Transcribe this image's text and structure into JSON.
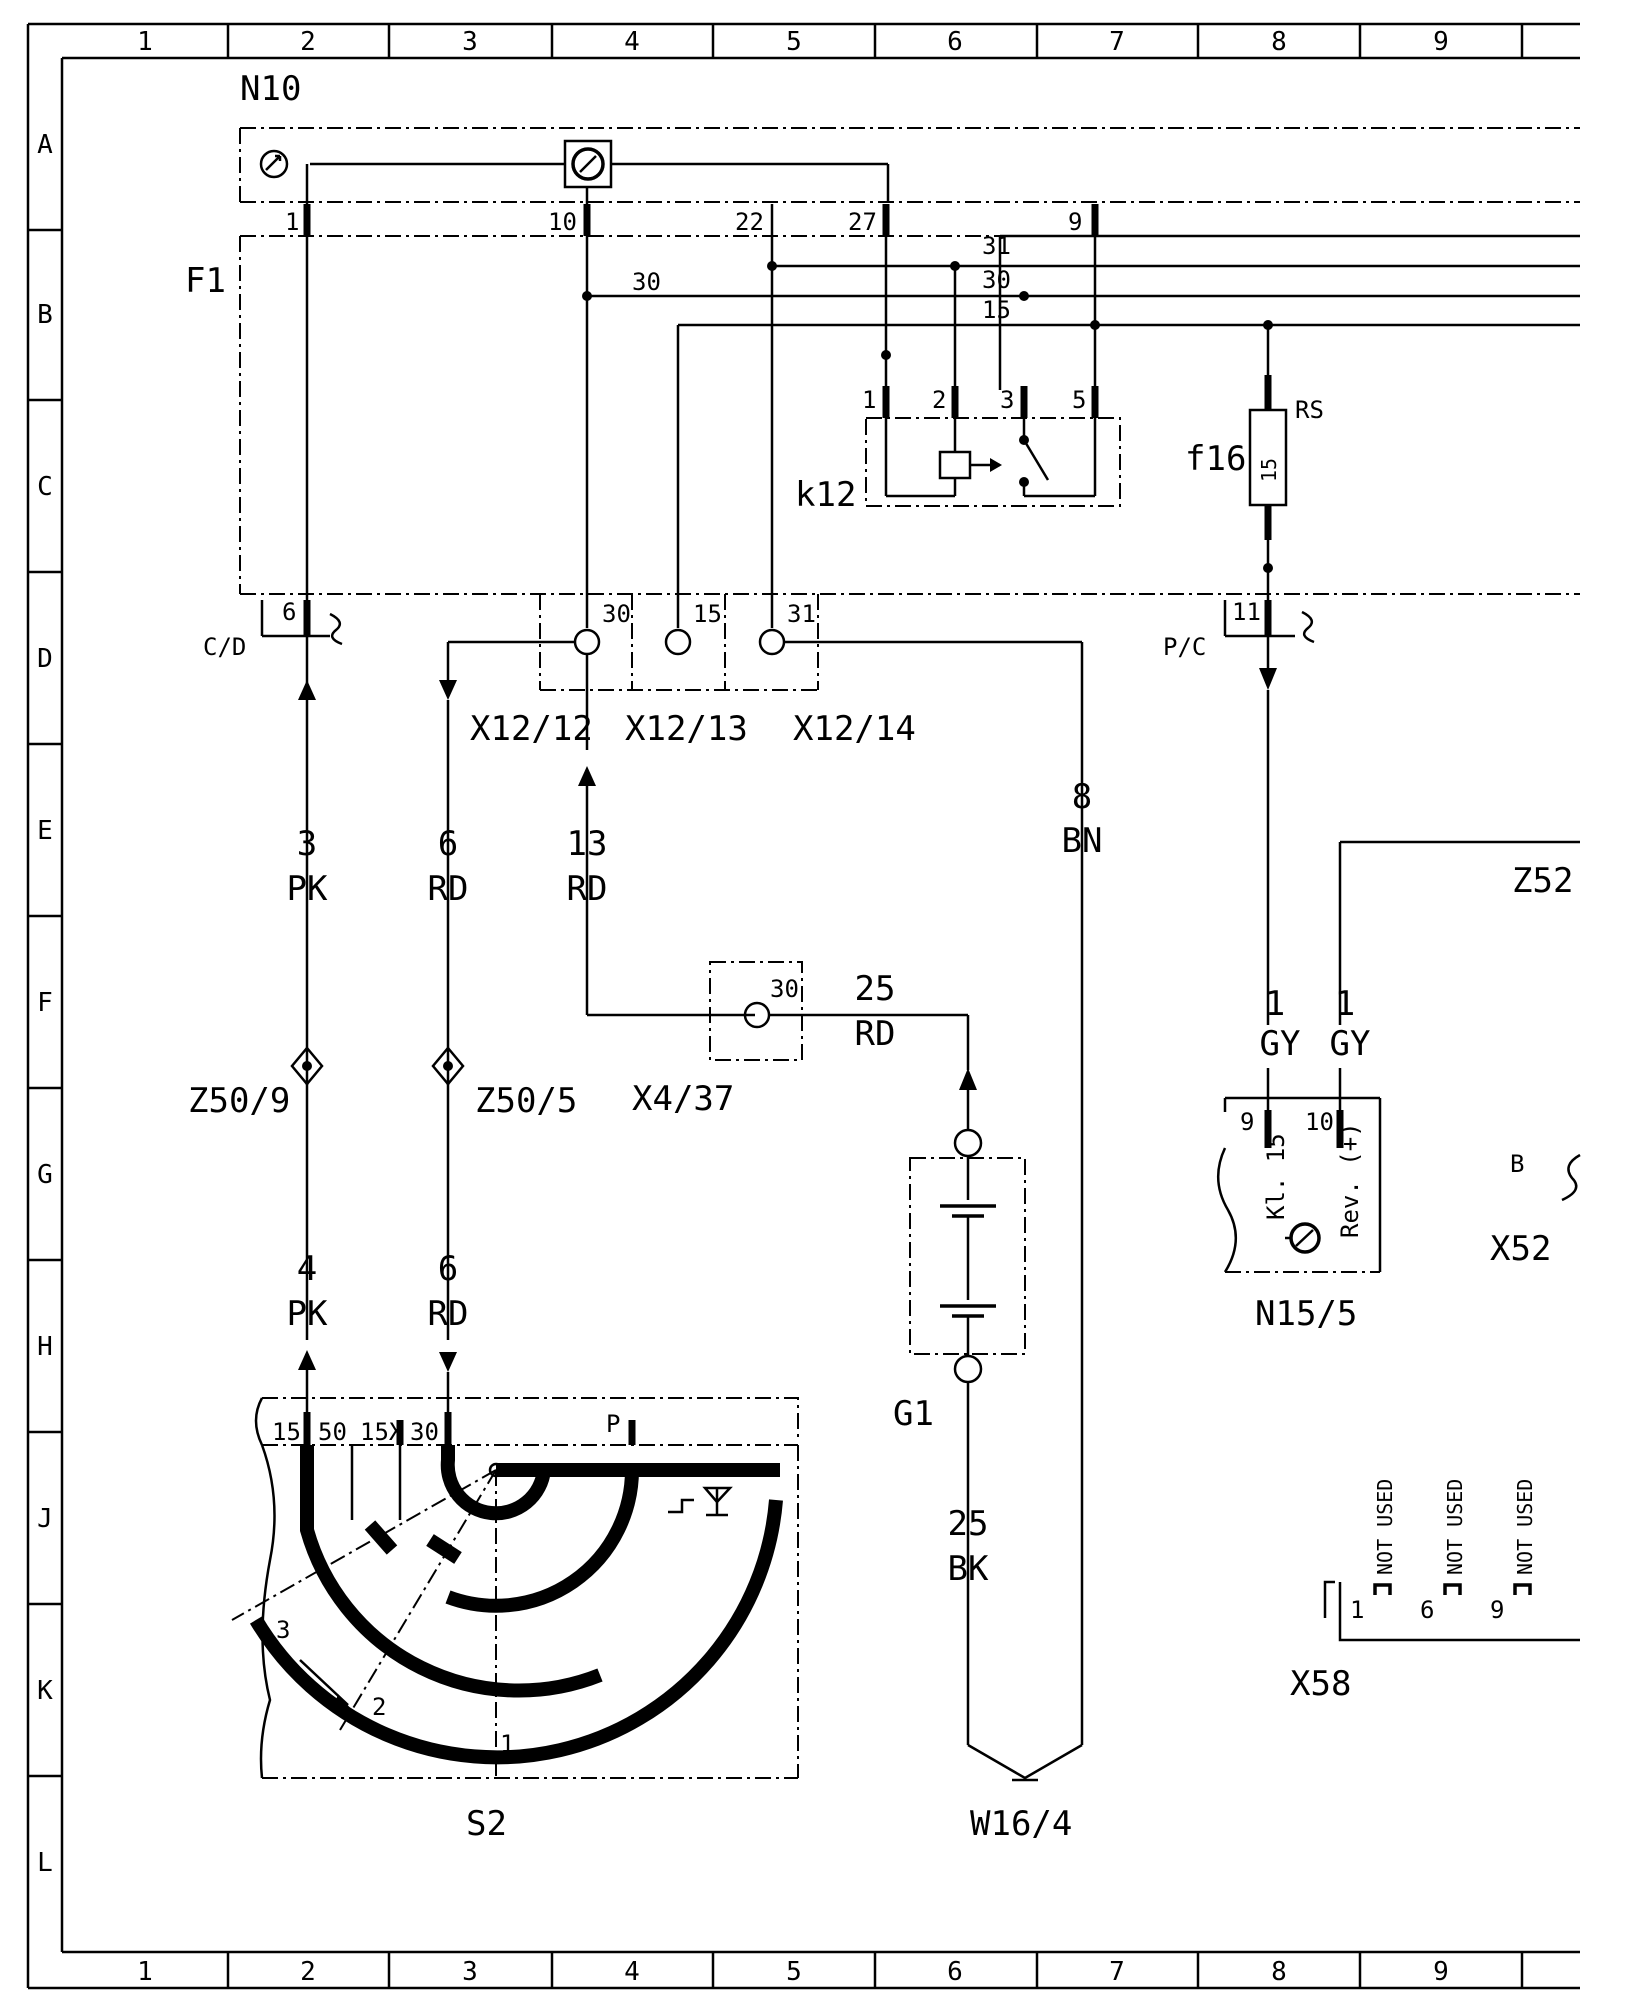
{
  "frame": {
    "columns": [
      "1",
      "2",
      "3",
      "4",
      "5",
      "6",
      "7",
      "8",
      "9"
    ],
    "rows": [
      "A",
      "B",
      "C",
      "D",
      "E",
      "F",
      "G",
      "H",
      "J",
      "K",
      "L"
    ]
  },
  "components": {
    "n10": "N10",
    "f1": "F1",
    "k12": "k12",
    "f16": "f16",
    "f16_rating": "15",
    "f16_rs": "RS",
    "x12_12": "X12/12",
    "x12_13": "X12/13",
    "x12_14": "X12/14",
    "x4_37": "X4/37",
    "z50_9": "Z50/9",
    "z50_5": "Z50/5",
    "g1": "G1",
    "s2": "S2",
    "w16_4": "W16/4",
    "n15_5": "N15/5",
    "z52": "Z52",
    "x52": "X52",
    "x52_pin": "B",
    "x58": "X58"
  },
  "connectors": {
    "cd": "C/D",
    "pc": "P/C"
  },
  "pins": {
    "n10_1": "1",
    "n10_10": "10",
    "n10_22": "22",
    "n10_27": "27",
    "n10_9": "9",
    "k12_1": "1",
    "k12_2": "2",
    "k12_3": "3",
    "k12_5": "5",
    "cd_6": "6",
    "pc_11": "11",
    "x12_12_term": "30",
    "x12_13_term": "15",
    "x12_14_term": "31",
    "x4_37_term": "30",
    "n15_9": "9",
    "n15_10": "10",
    "x58_1": "1",
    "x58_6": "6",
    "x58_9": "9"
  },
  "buses": {
    "b31": "31",
    "b30a": "30",
    "b30b": "30",
    "b15": "15"
  },
  "wires": {
    "w_pk3_num": "3",
    "w_pk3_col": "PK",
    "w_rd6a_num": "6",
    "w_rd6a_col": "RD",
    "w_rd13_num": "13",
    "w_rd13_col": "RD",
    "w_bn8_num": "8",
    "w_bn8_col": "BN",
    "w_rd25_num": "25",
    "w_rd25_col": "RD",
    "w_pk4_num": "4",
    "w_pk4_col": "PK",
    "w_rd6b_num": "6",
    "w_rd6b_col": "RD",
    "w_bk25_num": "25",
    "w_bk25_col": "BK",
    "w_gy1a_num": "1",
    "w_gy1a_col": "GY",
    "w_gy1b_num": "1",
    "w_gy1b_col": "GY"
  },
  "s2_terminals": {
    "t15": "15",
    "t50": "50",
    "t15x": "15X",
    "t30": "30",
    "tp": "P",
    "pos1": "1",
    "pos2": "2",
    "pos3": "3"
  },
  "n15_5_labels": {
    "kl15": "Kl. 15",
    "rev": "Rev. (+)"
  },
  "x58_labels": {
    "nu1": "NOT USED",
    "nu2": "NOT USED",
    "nu3": "NOT USED"
  }
}
